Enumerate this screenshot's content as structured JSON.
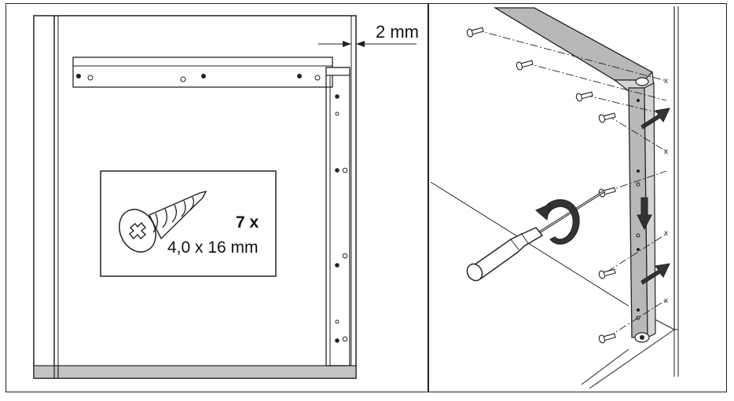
{
  "gap_label": "2 mm",
  "screw_box": {
    "quantity": "7 x",
    "size": "4,0 x 16 mm"
  },
  "icons": [
    "phillips-screw-icon",
    "screwdriver-icon",
    "rotation-arrow-icon",
    "direction-arrow-icon"
  ],
  "colors": {
    "line": "#222222",
    "rail_fill": "#b8b8b8",
    "floor_fill": "#c4c4c4",
    "arrow": "#333333"
  }
}
